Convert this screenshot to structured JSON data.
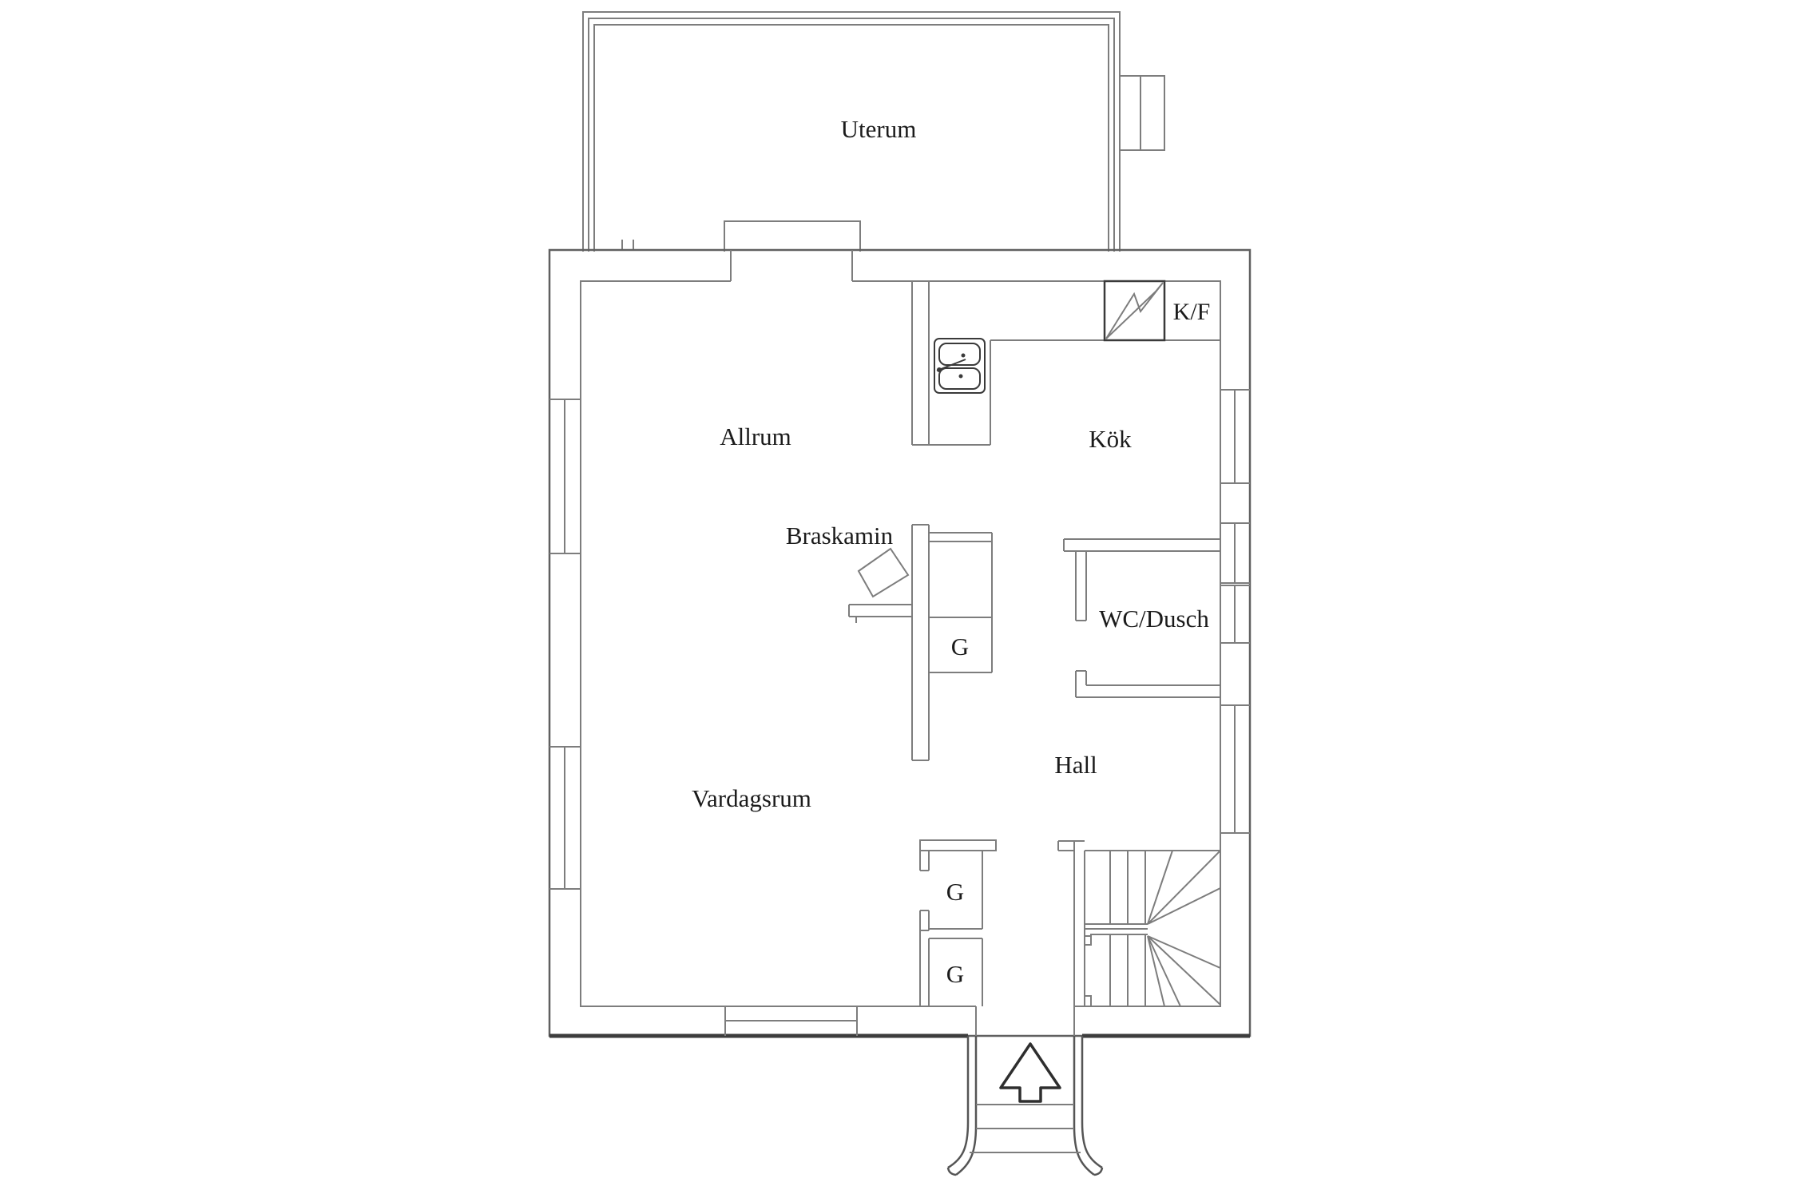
{
  "floorplan": {
    "rooms": {
      "uterum": "Uterum",
      "allrum": "Allrum",
      "kok": "Kök",
      "vardagsrum": "Vardagsrum",
      "hall": "Hall",
      "wc_dusch": "WC/Dusch"
    },
    "features": {
      "braskamin": "Braskamin",
      "kf": "K/F",
      "garderob": "G"
    },
    "icons": {
      "entry_arrow": "up-arrow-entrance",
      "fridge_freezer": "lightning-zigzag-square",
      "sink": "double-basin-sink",
      "fireplace": "rotated-square",
      "stairs": "u-shaped-winder-staircase"
    },
    "colors": {
      "background": "#ffffff",
      "wall_thin": "#7d7d7d",
      "wall_outer": "#606060",
      "wall_base": "#3d3d3d",
      "fixture": "#3a3a3a",
      "text": "#1b1b1b",
      "arrow": "#2e2e2e"
    }
  }
}
